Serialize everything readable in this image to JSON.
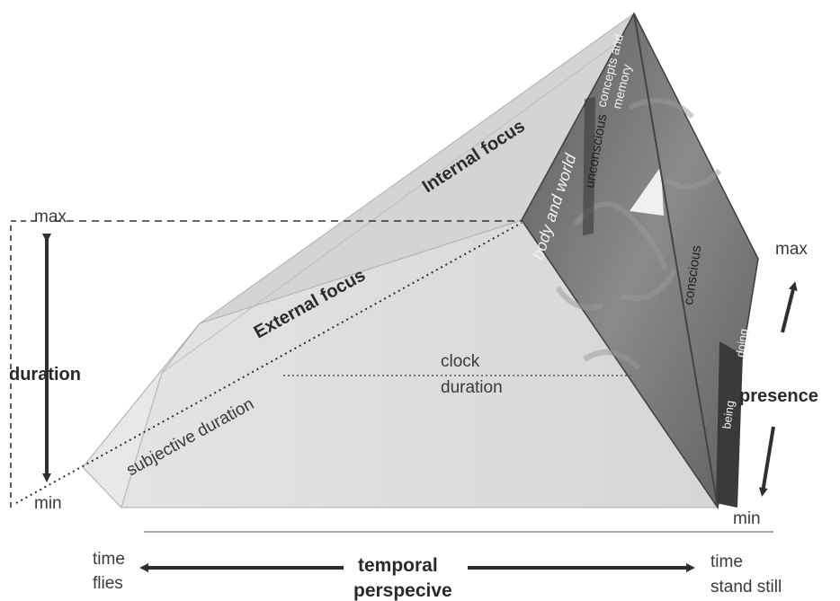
{
  "labels": {
    "max_left": "max",
    "min_left": "min",
    "duration": "duration",
    "external_focus": "External focus",
    "internal_focus": "Internal focus",
    "subjective_duration": "subjective duration",
    "clock_line1": "clock",
    "clock_line2": "duration",
    "max_right": "max",
    "presence": "presence",
    "min_right": "min",
    "time_flies_line1": "time",
    "time_flies_line2": "flies",
    "temporal_line1": "temporal",
    "temporal_line2": "perspecive",
    "time_stand_line1": "time",
    "time_stand_line2": "stand still"
  },
  "face_labels": {
    "body_world": "body and world",
    "concepts_line1": "concepts and",
    "concepts_line2": "memory",
    "unconscious": "unconscious",
    "conscious": "conscious",
    "being": "being",
    "doing": "doing"
  },
  "colors": {
    "prism_light": "#dcdcdc",
    "prism_top": "#d2d2d2",
    "face_dark": "#676767",
    "text": "#3a3a3a"
  }
}
